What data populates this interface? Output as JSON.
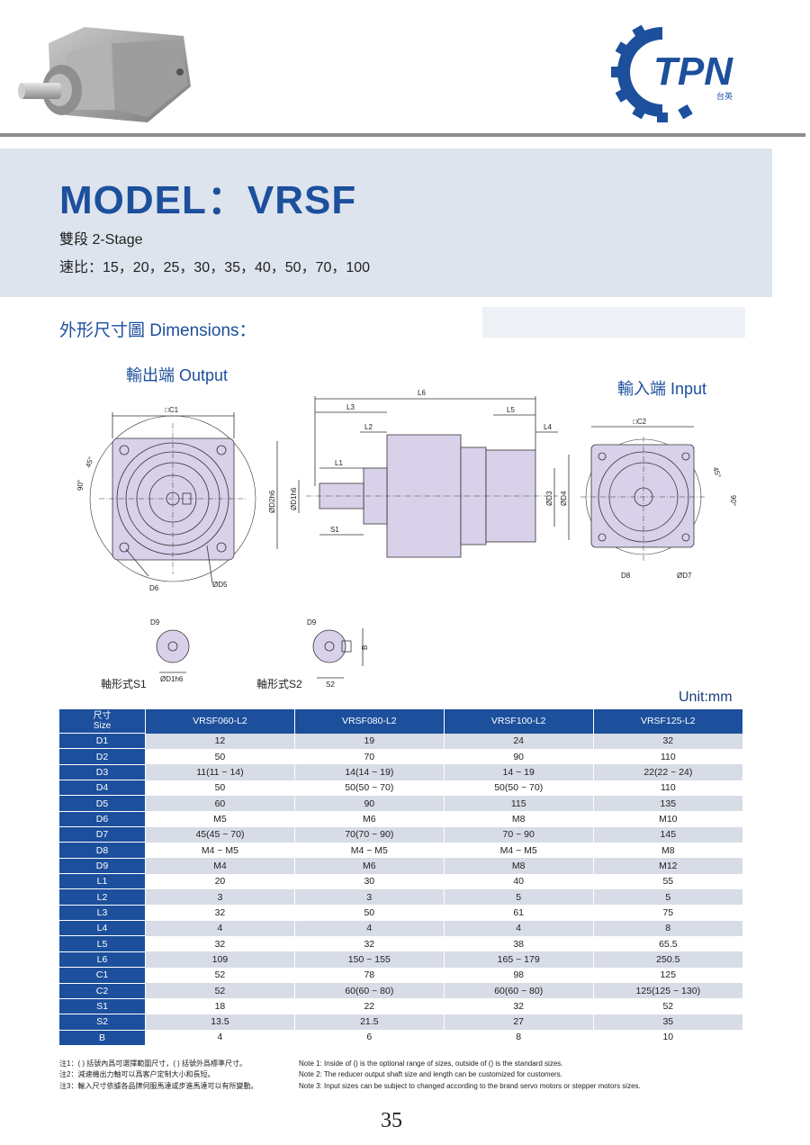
{
  "brand": {
    "logo_text": "TPN",
    "logo_subtext": "台英"
  },
  "header": {
    "title": "MODEL：VRSF",
    "stage": "雙段  2-Stage",
    "ratio": "速比：15，20，25，30，35，40，50，70，100"
  },
  "dimensions": {
    "heading": "外形尺寸圖 Dimensions：",
    "output_label": "輸出端 Output",
    "input_label": "輸入端 Input",
    "shaft_s1": "軸形式S1",
    "shaft_s2": "軸形式S2",
    "drawing_labels": {
      "c1": "□C1",
      "c2": "□C2",
      "d6": "D6",
      "d5": "ØD5",
      "d8": "D8",
      "d7": "ØD7",
      "l6": "L6",
      "l3": "L3",
      "l5": "L5",
      "l2": "L2",
      "l4": "L4",
      "l1": "L1",
      "s1": "S1",
      "s2": "S2",
      "d2": "ØD2h6",
      "d1": "ØD1h6",
      "d3": "ØD3",
      "d4": "ØD4",
      "a90": "90°",
      "a45": "45°",
      "d9": "D9",
      "d1_shaft": "ØD1h6",
      "b": "B"
    }
  },
  "table": {
    "unit": "Unit:mm",
    "corner_top": "尺寸",
    "corner_bottom": "Size",
    "columns": [
      "VRSF060-L2",
      "VRSF080-L2",
      "VRSF100-L2",
      "VRSF125-L2"
    ],
    "rows": [
      {
        "label": "D1",
        "values": [
          "12",
          "19",
          "24",
          "32"
        ]
      },
      {
        "label": "D2",
        "values": [
          "50",
          "70",
          "90",
          "110"
        ]
      },
      {
        "label": "D3",
        "values": [
          "11(11 ~ 14)",
          "14(14 ~ 19)",
          "14 ~ 19",
          "22(22 ~ 24)"
        ]
      },
      {
        "label": "D4",
        "values": [
          "50",
          "50(50 ~ 70)",
          "50(50 ~ 70)",
          "110"
        ]
      },
      {
        "label": "D5",
        "values": [
          "60",
          "90",
          "115",
          "135"
        ]
      },
      {
        "label": "D6",
        "values": [
          "M5",
          "M6",
          "M8",
          "M10"
        ]
      },
      {
        "label": "D7",
        "values": [
          "45(45 ~ 70)",
          "70(70 ~ 90)",
          "70 ~ 90",
          "145"
        ]
      },
      {
        "label": "D8",
        "values": [
          "M4 ~ M5",
          "M4 ~ M5",
          "M4 ~ M5",
          "M8"
        ]
      },
      {
        "label": "D9",
        "values": [
          "M4",
          "M6",
          "M8",
          "M12"
        ]
      },
      {
        "label": "L1",
        "values": [
          "20",
          "30",
          "40",
          "55"
        ]
      },
      {
        "label": "L2",
        "values": [
          "3",
          "3",
          "5",
          "5"
        ]
      },
      {
        "label": "L3",
        "values": [
          "32",
          "50",
          "61",
          "75"
        ]
      },
      {
        "label": "L4",
        "values": [
          "4",
          "4",
          "4",
          "8"
        ]
      },
      {
        "label": "L5",
        "values": [
          "32",
          "32",
          "38",
          "65.5"
        ]
      },
      {
        "label": "L6",
        "values": [
          "109",
          "150 ~ 155",
          "165 ~ 179",
          "250.5"
        ]
      },
      {
        "label": "C1",
        "values": [
          "52",
          "78",
          "98",
          "125"
        ]
      },
      {
        "label": "C2",
        "values": [
          "52",
          "60(60 ~ 80)",
          "60(60 ~ 80)",
          "125(125 ~ 130)"
        ]
      },
      {
        "label": "S1",
        "values": [
          "18",
          "22",
          "32",
          "52"
        ]
      },
      {
        "label": "S2",
        "values": [
          "13.5",
          "21.5",
          "27",
          "35"
        ]
      },
      {
        "label": "B",
        "values": [
          "4",
          "6",
          "8",
          "10"
        ]
      }
    ]
  },
  "notes": {
    "cn": [
      "注1：( ) 括號內爲可選擇範圍尺寸，( ) 括號外爲標準尺寸。",
      "注2：減速機出力軸可以爲客户定制大小和長短。",
      "注3：輸入尺寸依據各品牌伺服馬達或步進馬達可以有所變動。"
    ],
    "en": [
      "Note 1: Inside of () is the optional range of sizes, outside of () is the standard sizes.",
      "Note 2: The reducer output shaft size and length can be customized for customers.",
      "Note 3: Input sizes can be subject to changed according to the brand servo motors or stepper motors sizes."
    ]
  },
  "page_number": "35",
  "colors": {
    "brand_blue": "#1c4f9c",
    "banner": "#dde4ee",
    "part_fill": "#d9d0ea",
    "row_alt": "#d7dce6"
  }
}
